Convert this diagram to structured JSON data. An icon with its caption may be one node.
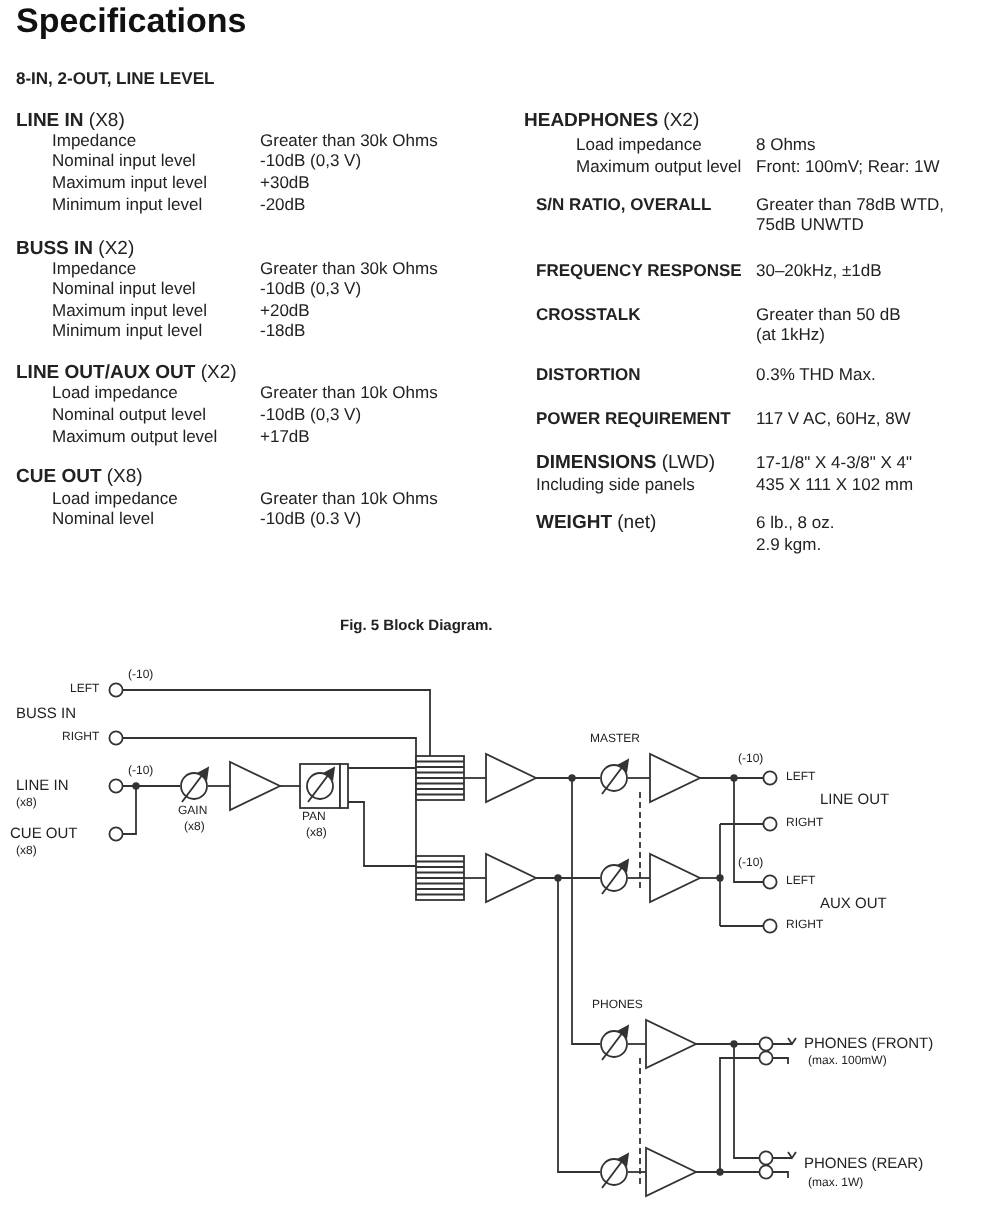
{
  "diagram": {
    "title": "Specifications",
    "caption": "Fig. 5 Block Diagram.",
    "labels": [
      "8-IN, 2-OUT, LINE LEVEL",
      "**LINE IN** (X8)",
      "Impedance",
      "Greater than 30k Ohms",
      "Nominal input level",
      "-10dB (0,3 V)",
      "Maximum input level",
      "+30dB",
      "Minimum input level",
      "-20dB",
      "**BUSS IN** (X2)",
      "Impedance",
      "Greater than 30k Ohms",
      "Nominal input level",
      "-10dB (0,3 V)",
      "Maximum input level",
      "+20dB",
      "Minimum input level",
      "-18dB",
      "**LINE OUT/AUX OUT** (X2)",
      "Load impedance",
      "Greater than 10k Ohms",
      "Nominal output level",
      "-10dB (0,3 V)",
      "Maximum output level",
      "+17dB",
      "**CUE OUT** (X8)",
      "Load impedance",
      "Greater than 10k Ohms",
      "Nominal level",
      "-10dB (0.3 V)",
      "**HEADPHONES** (X2)",
      "Load impedance",
      "8 Ohms",
      "Maximum output level",
      "Front: 100mV; Rear: 1W",
      "S/N RATIO, OVERALL",
      "Greater than 78dB WTD, 75dB UNWTD",
      "FREQUENCY RESPONSE",
      "30–20kHz, ±1dB",
      "CROSSTALK",
      "Greater than 50 dB (at 1kHz)",
      "DISTORTION",
      "0.3% THD Max.",
      "POWER REQUIREMENT",
      "117 V AC, 60Hz, 8W",
      "**DIMENSIONS** (LWD)",
      "17-1/8\" X 4-3/8\" X 4\"",
      "Including side panels",
      "435 X 111 X 102 mm",
      "**WEIGHT** (net)",
      "6 lb., 8 oz.",
      "2.9 kgm.",
      "LEFT",
      "(-10)",
      "BUSS IN",
      "RIGHT",
      "LINE IN",
      "(x8)",
      "(-10)",
      "CUE OUT",
      "(x8)",
      "GAIN",
      "(x8)",
      "PAN",
      "(x8)",
      "MASTER",
      "(-10)",
      "LEFT",
      "LINE OUT",
      "RIGHT",
      "(-10)",
      "LEFT",
      "AUX OUT",
      "RIGHT",
      "PHONES",
      "PHONES (FRONT)",
      "(max. 100mW)",
      "PHONES (REAR)",
      "(max. 1W)"
    ]
  }
}
